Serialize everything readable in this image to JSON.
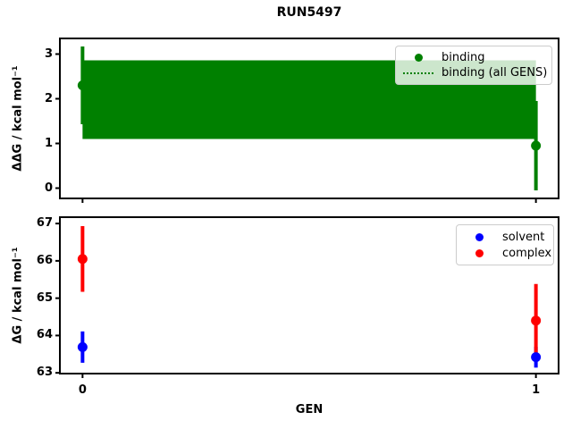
{
  "figure": {
    "background": "#ffffff",
    "text_color": "#000000",
    "spine_color": "#000000"
  },
  "chart_data": [
    {
      "type": "scatter",
      "title": "RUN5497",
      "ylabel": "ΔΔG / kcal mol⁻¹",
      "xlabel": "",
      "xlim": [
        -0.05,
        1.05
      ],
      "ylim": [
        -0.23,
        3.35
      ],
      "yticks": [
        0,
        1,
        2,
        3
      ],
      "xticks": [
        0,
        1
      ],
      "grid": false,
      "legend_position": "upper right",
      "legend_entries": [
        "binding",
        "binding (all GENS)"
      ],
      "series": [
        {
          "name": "binding",
          "style": "errorbar-scatter",
          "marker": "circle",
          "color": "#008000",
          "x": [
            0,
            1
          ],
          "y": [
            2.3,
            0.95
          ],
          "yerr": [
            0.87,
            1.0
          ]
        },
        {
          "name": "binding (all GENS)",
          "style": "dotted-line-with-band",
          "color": "#008000",
          "x": [
            0,
            1
          ],
          "y": 1.98,
          "band": [
            1.1,
            2.86
          ]
        }
      ]
    },
    {
      "type": "scatter",
      "title": "",
      "ylabel": "ΔG / kcal mol⁻¹",
      "xlabel": "GEN",
      "xlim": [
        -0.05,
        1.05
      ],
      "ylim": [
        62.98,
        67.17
      ],
      "yticks": [
        63,
        64,
        65,
        66,
        67
      ],
      "xticks": [
        0,
        1
      ],
      "xtick_labels": [
        "0",
        "1"
      ],
      "grid": false,
      "legend_position": "upper right",
      "legend_entries": [
        "solvent",
        "complex"
      ],
      "series": [
        {
          "name": "solvent",
          "style": "errorbar-scatter",
          "marker": "circle",
          "color": "#0000ff",
          "x": [
            0,
            1
          ],
          "y": [
            63.69,
            63.42
          ],
          "yerr": [
            0.42,
            0.28
          ]
        },
        {
          "name": "complex",
          "style": "errorbar-scatter",
          "marker": "circle",
          "color": "#ff0000",
          "x": [
            0,
            1
          ],
          "y": [
            66.05,
            64.4
          ],
          "yerr": [
            0.88,
            0.98
          ]
        }
      ]
    }
  ]
}
